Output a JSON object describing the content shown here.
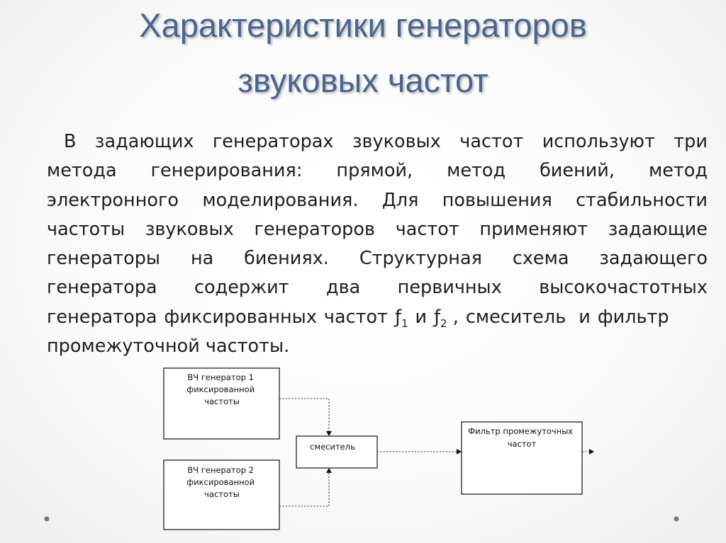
{
  "title": {
    "line1": "Характеристики генераторов",
    "line2": "звуковых частот"
  },
  "body": {
    "lines": [
      [
        "В",
        "задающих",
        "генераторах",
        "звуковых",
        "частот",
        "используют",
        "три"
      ],
      [
        "метода",
        "генерирования:",
        "прямой,",
        "метод",
        "биений,",
        "метод"
      ],
      [
        "электронного",
        "моделирования.",
        "Для",
        "повышения",
        "стабильности"
      ],
      [
        "частоты",
        "звуковых",
        "генераторов",
        "частот",
        "применяют",
        "задающие"
      ],
      [
        "генераторы",
        "на",
        "биениях.",
        "Структурная",
        "схема",
        "задающего"
      ],
      [
        "генератора",
        "содержит",
        "два",
        "первичных",
        "высокочастотных"
      ]
    ],
    "line7": {
      "w1": "генератора",
      "w2": "фиксированных",
      "w3": "частот",
      "f1": "ƒ",
      "f1_sub": "1",
      "and": "и",
      "f2": "ƒ",
      "f2_sub": "2",
      "comma": ",",
      "w4": "смеситель",
      "w5": "и",
      "w6": "фильтр"
    },
    "line8": "промежуточной частоты."
  },
  "diagram": {
    "gen1": [
      "ВЧ генератор 1",
      "фиксированной",
      "частоты"
    ],
    "gen2": [
      "ВЧ генератор 2",
      "фиксированной",
      "частоты"
    ],
    "mixer": [
      "смеситель"
    ],
    "filter": [
      "Фильтр промежуточных",
      "частот"
    ]
  }
}
